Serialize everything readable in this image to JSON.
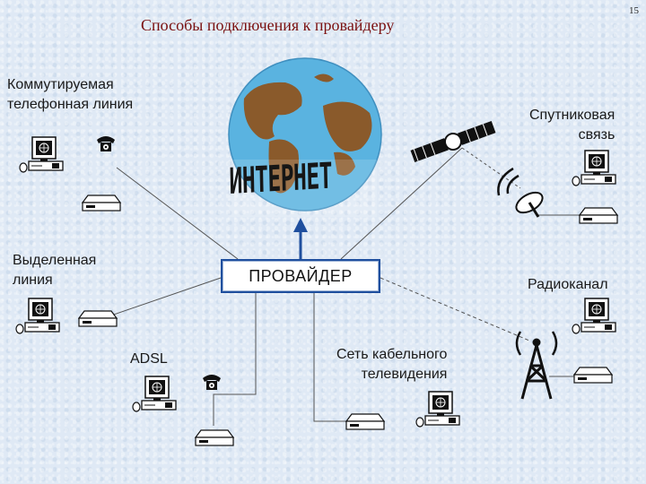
{
  "title": "Способы подключения к провайдеру",
  "page_number": "15",
  "center": {
    "internet_label": "ИНТЕРНЕТ",
    "provider_label": "ПРОВАЙДЕР"
  },
  "connections": {
    "dialup": {
      "line1": "Коммутируемая",
      "line2": "телефонная линия"
    },
    "leased": {
      "line1": "Выделенная",
      "line2": "линия"
    },
    "adsl": {
      "label": "ADSL"
    },
    "cable": {
      "line1": "Сеть кабельного",
      "line2": "телевидения"
    },
    "radio": {
      "label": "Радиоканал"
    },
    "satellite": {
      "line1": "Спутниковая",
      "line2": "связь"
    }
  },
  "colors": {
    "title": "#7a1010",
    "provider_border": "#1f4f9e",
    "arrow": "#1f4f9e",
    "ocean": "#5ab3e0",
    "land": "#8a5a2b"
  },
  "icons": [
    "globe-icon",
    "computer-icon",
    "modem-icon",
    "telephone-icon",
    "satellite-icon",
    "satellite-dish-icon",
    "radio-tower-icon"
  ]
}
